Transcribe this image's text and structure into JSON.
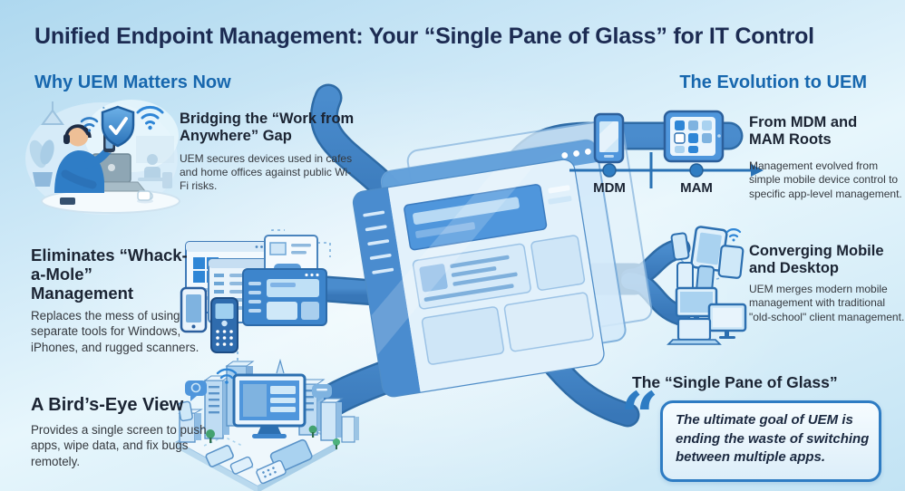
{
  "header": {
    "title": "Unified Endpoint Management: Your “Single Pane of Glass” for IT Control",
    "left_column_heading": "Why UEM Matters Now",
    "right_column_heading": "The Evolution to UEM"
  },
  "left_sections": [
    {
      "heading": "Bridging the “Work from Anywhere” Gap",
      "body": "UEM secures devices used in cafes and home offices against public Wi-Fi risks."
    },
    {
      "heading": "Eliminates “Whack-a-Mole” Management",
      "body": "Replaces the mess of using separate tools for Windows, iPhones, and rugged scanners."
    },
    {
      "heading": "A Bird’s-Eye View",
      "body": "Provides a single screen to push apps, wipe data, and fix bugs remotely."
    }
  ],
  "right_sections": [
    {
      "heading": "From MDM and MAM Roots",
      "body": "Management evolved from simple mobile device control to specific app-level management.",
      "timeline_labels": [
        "MDM",
        "MAM"
      ]
    },
    {
      "heading": "Converging Mobile and Desktop",
      "body": "UEM merges modern mobile management with traditional \"old-school\" client management."
    },
    {
      "heading": "The “Single Pane of Glass”",
      "quote": "The ultimate goal of UEM is ending the waste of switching between multiple apps."
    }
  ],
  "icons": {
    "quote_glyph": "“"
  },
  "colors": {
    "title_navy": "#1c2b52",
    "column_heading_blue": "#1767ae",
    "pipe_blue": "#3b80c2",
    "accent_blue": "#2f7dc6",
    "background_light": "#cfe9f7"
  }
}
